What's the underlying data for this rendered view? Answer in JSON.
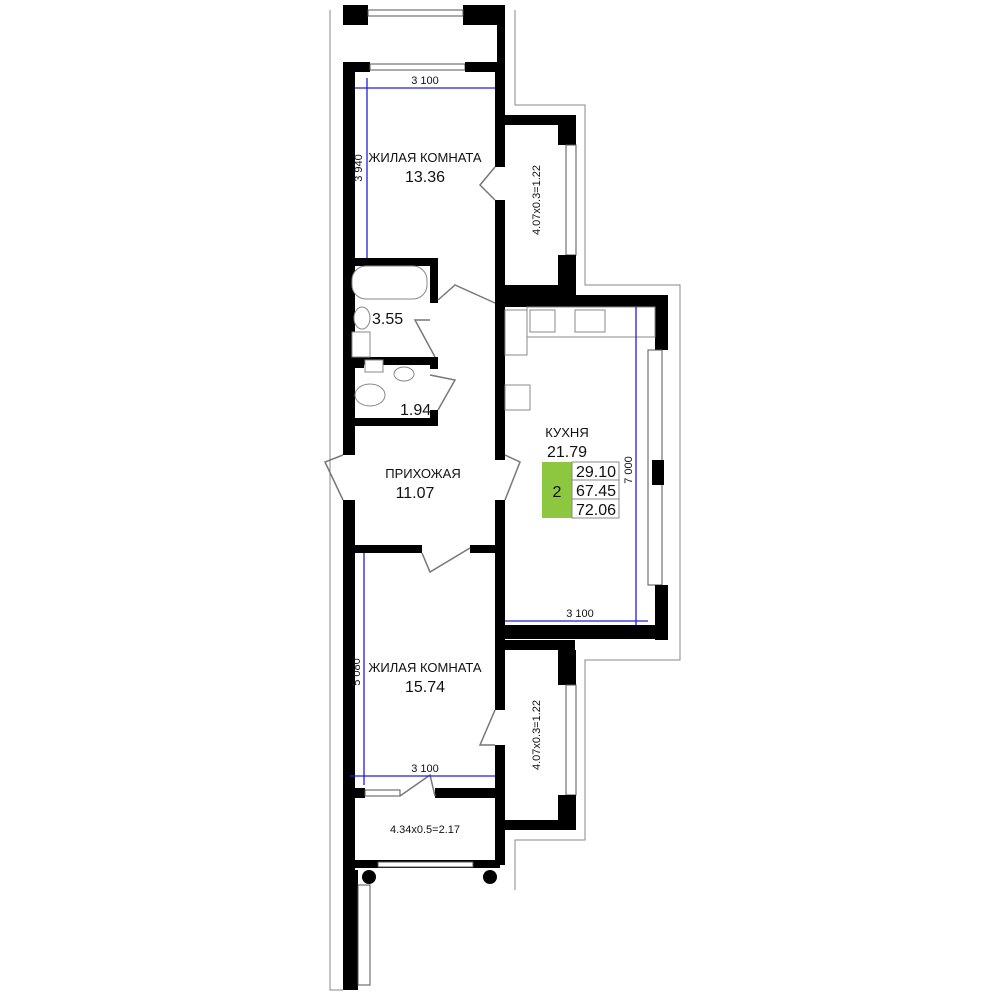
{
  "rooms": [
    {
      "name": "ЖИЛАЯ КОМНАТА",
      "area": "13.36"
    },
    {
      "name": "",
      "area": "3.55"
    },
    {
      "name": "",
      "area": "1.94"
    },
    {
      "name": "ПРИХОЖАЯ",
      "area": "11.07"
    },
    {
      "name": "КУХНЯ",
      "area": "21.79"
    },
    {
      "name": "ЖИЛАЯ КОМНАТА",
      "area": "15.74"
    }
  ],
  "dimensions": {
    "upper_room_width": "3 100",
    "upper_room_depth": "3 940",
    "kitchen_depth": "7 000",
    "kitchen_width": "3 100",
    "lower_room_depth": "5 080",
    "lower_room_width": "3 100"
  },
  "balconies": {
    "upper_loggia": "4.07x0.3=1.22",
    "lower_loggia": "4.07x0.3=1.22",
    "bottom_balcony": "4.34x0.5=2.17"
  },
  "summary": {
    "rooms_count": "2",
    "living_area": "29.10",
    "total_area": "67.45",
    "total_with_balconies": "72.06",
    "badge_color": "#8dc63f"
  }
}
